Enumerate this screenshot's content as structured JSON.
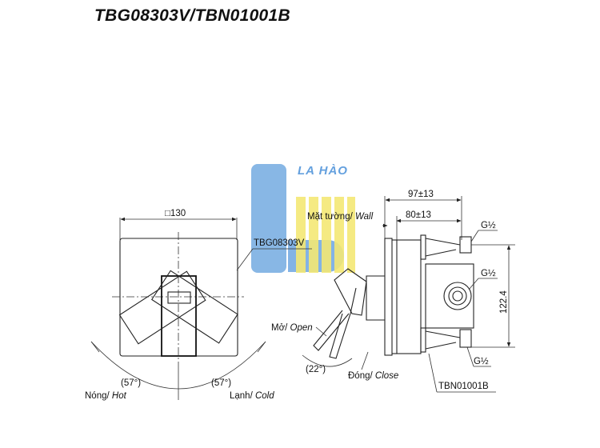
{
  "title": "TBG08303V/TBN01001B",
  "logo": {
    "text": "LA HÀO",
    "color_blue": "#4a90d9",
    "color_yellow": "#f2e35c"
  },
  "front_view": {
    "dim_width": "□130",
    "part_label": "TBG08303V",
    "angle_left": "(57°)",
    "angle_right": "(57°)",
    "hot_prefix": "Nóng/ ",
    "hot_suffix": "Hot",
    "cold_prefix": "Lạnh/ ",
    "cold_suffix": "Cold"
  },
  "side_view": {
    "dim_total": "97±13",
    "dim_body": "80±13",
    "wall_prefix": "Mặt tường/ ",
    "wall_suffix": "Wall",
    "open_prefix": "Mở/ ",
    "open_suffix": "Open",
    "angle": "(22°)",
    "close_prefix": "Đóng/ ",
    "close_suffix": "Close",
    "thread_top": "G½",
    "thread_mid": "G½",
    "thread_bottom": "G½",
    "dim_height": "122.4",
    "valve_label": "TBN01001B"
  }
}
